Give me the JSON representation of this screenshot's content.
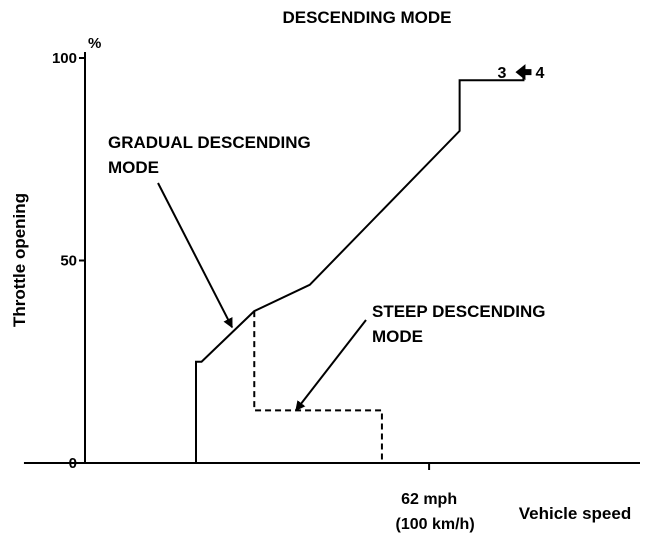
{
  "chart_data": {
    "type": "line",
    "title": "DESCENDING MODE",
    "xlabel": "Vehicle speed",
    "ylabel": "Throttle opening",
    "y_unit": "%",
    "xlim": [
      0,
      100
    ],
    "ylim": [
      0,
      100
    ],
    "x_ticks": [
      {
        "value": 62,
        "label": "62 mph",
        "sublabel": "(100 km/h)"
      }
    ],
    "y_ticks": [
      {
        "value": 0,
        "label": "0"
      },
      {
        "value": 50,
        "label": "50"
      },
      {
        "value": 100,
        "label": "100"
      }
    ],
    "grid": false,
    "series": [
      {
        "name": "GRADUAL DESCENDING MODE",
        "style": "solid",
        "points": [
          [
            -11,
            0
          ],
          [
            20,
            0
          ],
          [
            20,
            25
          ],
          [
            21,
            25
          ],
          [
            30.5,
            37.5
          ],
          [
            40.5,
            44
          ],
          [
            67.5,
            82
          ],
          [
            67.5,
            94.5
          ],
          [
            79,
            94.5
          ],
          [
            79,
            96.5
          ]
        ]
      },
      {
        "name": "STEEP DESCENDING MODE",
        "style": "dashed",
        "points": [
          [
            30.5,
            37.5
          ],
          [
            30.5,
            13
          ],
          [
            53.5,
            13
          ],
          [
            53.5,
            0
          ]
        ]
      }
    ],
    "annotations": [
      {
        "text_lines": [
          "GRADUAL DESCENDING",
          "MODE"
        ],
        "points_to": [
          26.5,
          33.5
        ]
      },
      {
        "text_lines": [
          "STEEP DESCENDING",
          "MODE"
        ],
        "points_to": [
          38,
          13
        ]
      },
      {
        "text": "3",
        "shift_arrow": "left",
        "text_right": "4",
        "at": [
          79,
          96.5
        ]
      }
    ]
  }
}
